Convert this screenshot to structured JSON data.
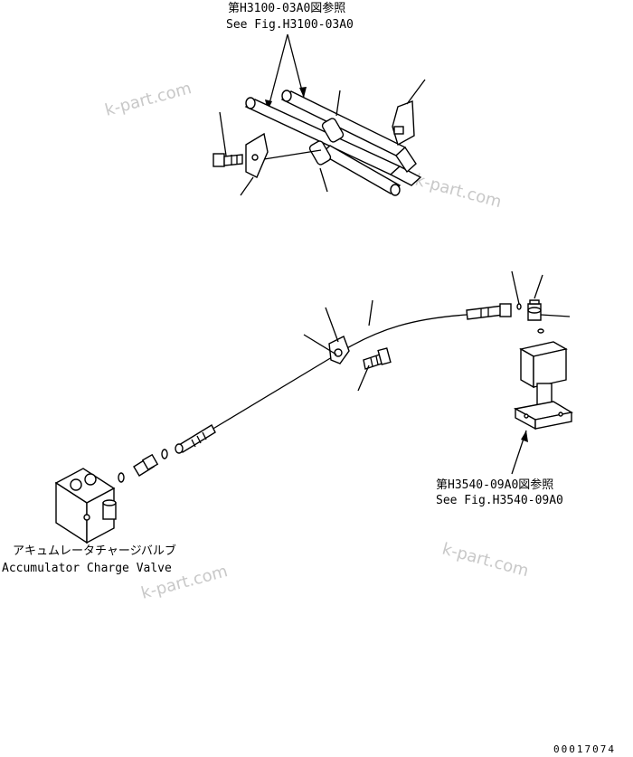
{
  "top_ref": {
    "jp": "第H3100-03A0図参照",
    "en": "See Fig.H3100-03A0"
  },
  "right_ref": {
    "jp": "第H3540-09A0図参照",
    "en": "See Fig.H3540-09A0"
  },
  "valve_label": {
    "jp": "アキュムレータチャージバルブ",
    "en": "Accumulator Charge Valve"
  },
  "watermarks": [
    "k-part.com",
    "k-part.com",
    "k-part.com",
    "k-part.com"
  ],
  "drawing_code": "00017074"
}
